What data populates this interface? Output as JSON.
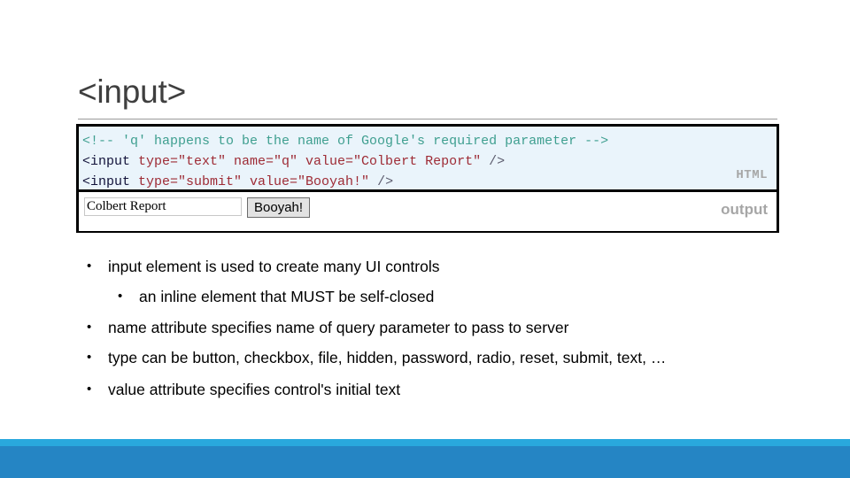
{
  "slide": {
    "title": "<input>",
    "accent_light": "#29a8dd",
    "accent_dark": "#2585c4",
    "code_background": "#eaf4fb"
  },
  "code_block": {
    "language_label": "HTML",
    "output_label": "output",
    "lines": [
      {
        "comment": "<!-- 'q' happens to be the name of Google's required parameter -->"
      },
      {
        "tag": "<input ",
        "attrs": "type=\"text\" name=\"q\" value=\"Colbert Report\"",
        "close": " />"
      },
      {
        "tag": "<input ",
        "attrs": "type=\"submit\" value=\"Booyah!\"",
        "close": " />"
      }
    ]
  },
  "output_preview": {
    "text_input_value": "Colbert Report",
    "submit_button_label": "Booyah!"
  },
  "bullets": [
    {
      "level": 1,
      "text": "input element is used to create many UI controls"
    },
    {
      "level": 2,
      "text": "an inline element that MUST be self-closed"
    },
    {
      "level": 1,
      "text": "name attribute specifies name of query parameter to pass to server"
    },
    {
      "level": 1,
      "text": "type can be button, checkbox, file, hidden, password, radio, reset, submit, text, …"
    },
    {
      "level": 1,
      "text": "value attribute specifies control's initial text"
    }
  ],
  "bullet_marker": "•"
}
